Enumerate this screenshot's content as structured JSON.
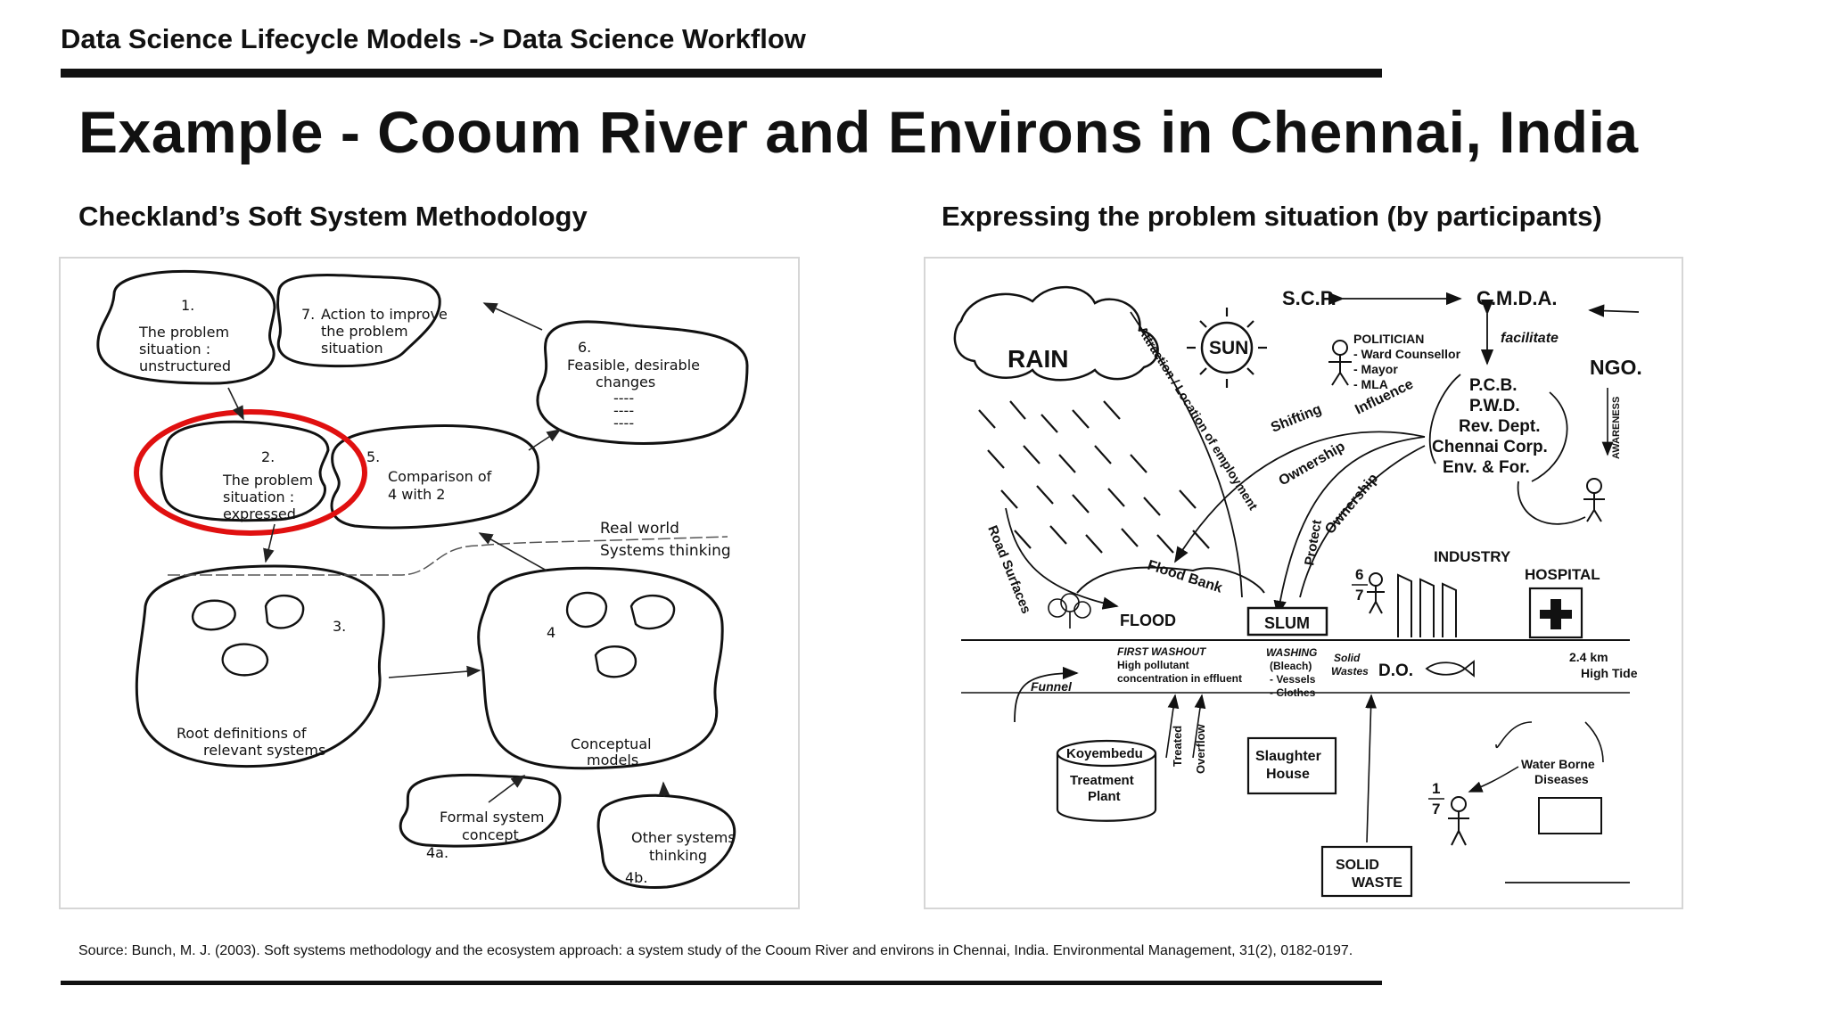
{
  "breadcrumb": "Data Science Lifecycle Models -> Data Science Workflow",
  "title": "Example - Cooum River and Environs in Chennai, India",
  "left_panel": {
    "subtitle": "Checkland’s Soft System Methodology",
    "stages": {
      "s1": {
        "num": "1.",
        "lines": [
          "The problem",
          "situation :",
          "unstructured"
        ]
      },
      "s2": {
        "num": "2.",
        "lines": [
          "The problem",
          "situation :",
          "expressed"
        ]
      },
      "s3": {
        "num": "3.",
        "lines": [
          "Root definitions of",
          "relevant systems"
        ]
      },
      "s4": {
        "num": "4",
        "lines": [
          "Conceptual",
          "models"
        ]
      },
      "s4a": {
        "num": "4a.",
        "lines": [
          "Formal system",
          "concept"
        ]
      },
      "s4b": {
        "num": "4b.",
        "lines": [
          "Other systems",
          "thinking"
        ]
      },
      "s5": {
        "num": "5.",
        "lines": [
          "Comparison of",
          "4 with 2"
        ]
      },
      "s6": {
        "num": "6.",
        "lines": [
          "Feasible, desirable",
          "changes",
          "----",
          "----",
          "----"
        ]
      },
      "s7": {
        "num": "7.",
        "lines": [
          "Action to improve",
          "the problem",
          "situation"
        ]
      }
    },
    "divider": {
      "above": "Real world",
      "below": "Systems thinking"
    },
    "highlight_color": "#e01010"
  },
  "right_panel": {
    "subtitle": "Expressing the problem situation (by participants)",
    "labels": {
      "rain": "RAIN",
      "sun": "SUN",
      "scp": "S.C.P.",
      "cmda": "C.M.D.A.",
      "facilitate": "facilitate",
      "politician": [
        "POLITICIAN",
        "- Ward Counsellor",
        "- Mayor",
        "- MLA"
      ],
      "agencies": [
        "P.C.B.",
        "P.W.D.",
        "Rev. Dept.",
        "Chennai Corp.",
        "Env. & For."
      ],
      "ngo": "NGO.",
      "awareness": "AWARENESS",
      "attraction": "Attraction / Location of employment",
      "shifting": "Shifting",
      "influence": "Influence",
      "ownership1": "Ownership",
      "ownership2": "Ownership",
      "protect": "Protect",
      "road_surfaces": "Road Surfaces",
      "flood_bank": "Flood Bank",
      "flood": "FLOOD",
      "slum": "SLUM",
      "fraction1": [
        "6",
        "7"
      ],
      "fraction2": [
        "1",
        "7"
      ],
      "industry": "INDUSTRY",
      "hospital": "HOSPITAL",
      "first_washout": [
        "FIRST WASHOUT",
        "High pollutant",
        "concentration in effluent"
      ],
      "washing": [
        "WASHING",
        "(Bleach)",
        "- Vessels",
        "- Clothes"
      ],
      "solid_wastes": [
        "Solid",
        "Wastes"
      ],
      "do": "D.O.",
      "distance": [
        "2.4 km",
        "High Tide"
      ],
      "funnel": "Funnel",
      "koyembedu": "Koyembedu",
      "treatment_plant": [
        "Treatment",
        "Plant"
      ],
      "treated": "Treated",
      "overflow": "Overflow",
      "slaughter_house": [
        "Slaughter",
        "House"
      ],
      "water_borne": [
        "Water Borne",
        "Diseases"
      ],
      "solid_waste": [
        "SOLID",
        "WASTE"
      ]
    }
  },
  "source": "Source: Bunch, M. J. (2003). Soft systems methodology and the ecosystem approach: a system study of the Cooum River and environs in Chennai, India. Environmental Management, 31(2), 0182-0197."
}
